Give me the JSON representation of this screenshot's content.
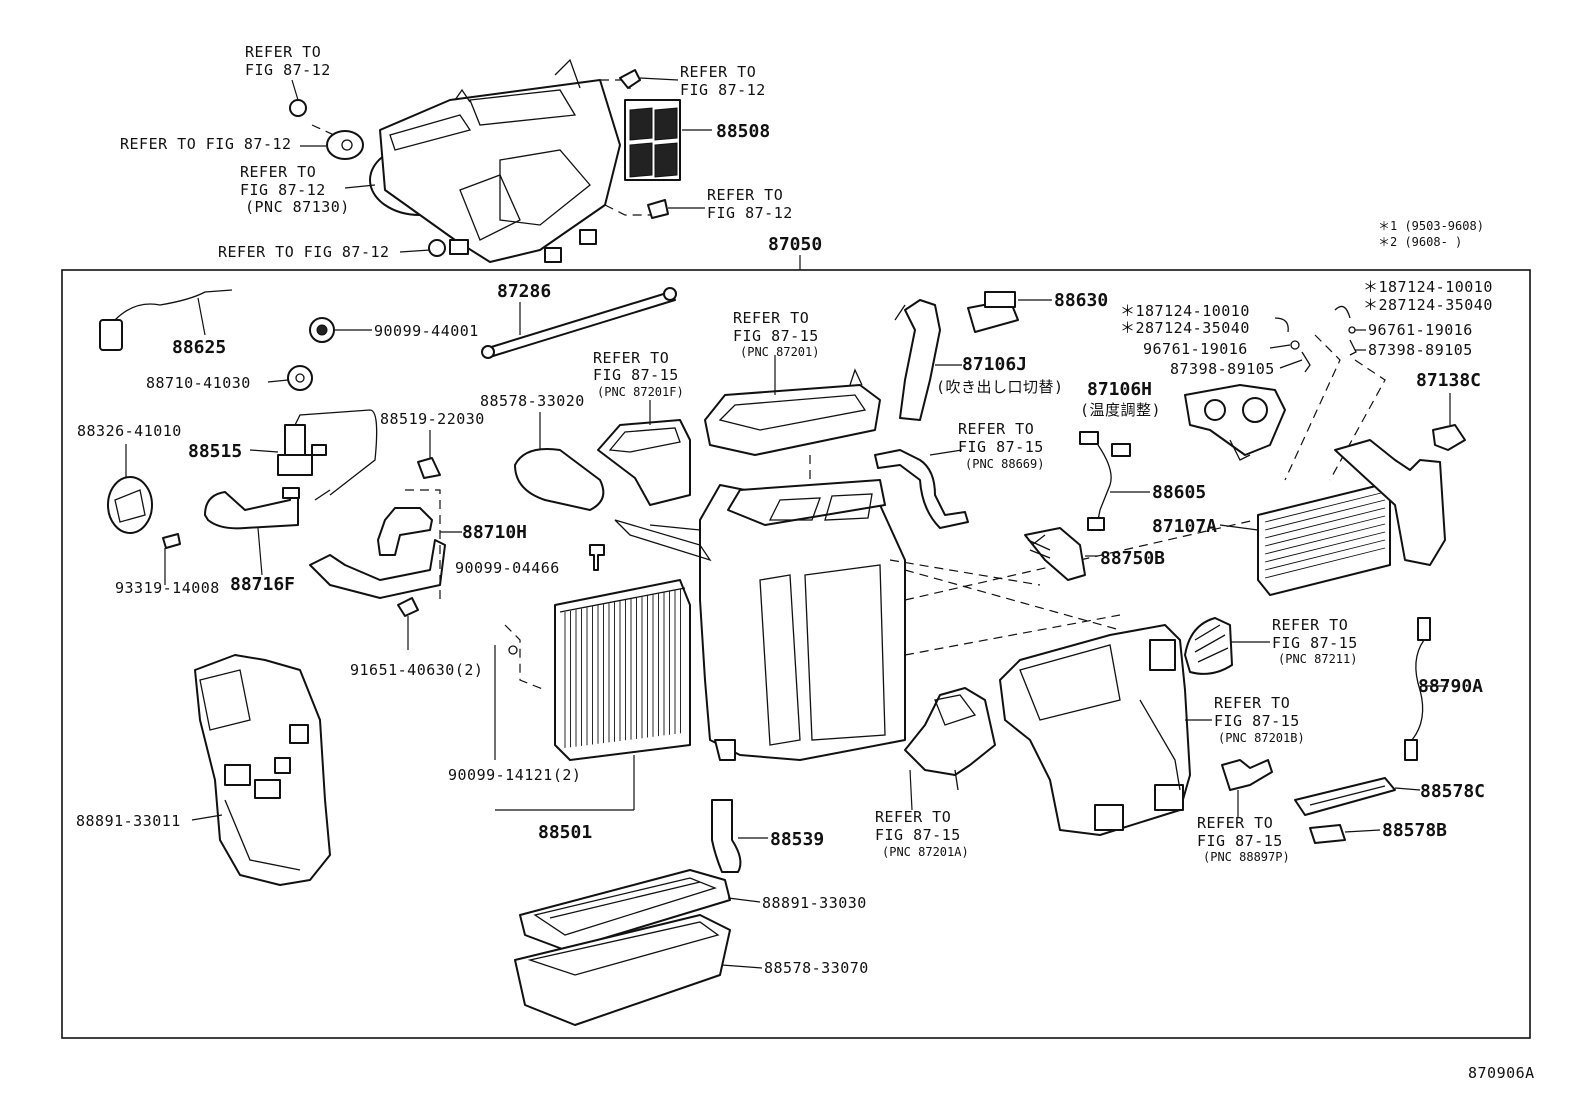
{
  "labels": {
    "ref_top_1a": "REFER TO",
    "ref_top_1b": "FIG 87-12",
    "ref_top_2": "REFER TO FIG 87-12",
    "ref_top_3a": "REFER TO",
    "ref_top_3b": "FIG 87-12",
    "ref_top_3c": "(PNC 87130)",
    "ref_top_4": "REFER TO FIG 87-12",
    "ref_top_5a": "REFER TO",
    "ref_top_5b": "FIG 87-12",
    "ref_top_6a": "REFER TO",
    "ref_top_6b": "FIG 87-12",
    "p88508": "88508",
    "p87050": "87050",
    "note1": "＊1 (9503-9608)",
    "note2": "＊2 (9608-      )",
    "p87286": "87286",
    "p88625": "88625",
    "p90099_44001": "90099-44001",
    "p88710_41030": "88710-41030",
    "p88326_41010": "88326-41010",
    "p88515": "88515",
    "p88519_22030": "88519-22030",
    "p88578_33020": "88578-33020",
    "ref_mid_1a": "REFER TO",
    "ref_mid_1b": "FIG 87-15",
    "ref_mid_1c": "(PNC 87201F)",
    "ref_mid_2a": "REFER TO",
    "ref_mid_2b": "FIG 87-15",
    "ref_mid_2c": "(PNC 87201)",
    "p88630": "88630",
    "p87124_10010_a": "＊187124-10010",
    "p87124_35040_a": "＊287124-35040",
    "p96761_19016_a": "96761-19016",
    "p87398_89105_a": "87398-89105",
    "p87124_10010_b": "＊187124-10010",
    "p87124_35040_b": "＊287124-35040",
    "p96761_19016_b": "96761-19016",
    "p87398_89105_b": "87398-89105",
    "p87106J": "87106J",
    "p87106J_jp": "(吹き出し口切替)",
    "p87106H": "87106H",
    "p87106H_jp": "(温度調整)",
    "p87138C": "87138C",
    "ref_mid_3a": "REFER TO",
    "ref_mid_3b": "FIG 87-15",
    "ref_mid_3c": "(PNC 88669)",
    "p88605": "88605",
    "p87107A": "87107A",
    "p88750B": "88750B",
    "p88710H": "88710H",
    "p90099_04466": "90099-04466",
    "p88716F": "88716F",
    "p93319_14008": "93319-14008",
    "p91651_40630": "91651-40630(2)",
    "ref_r_1a": "REFER TO",
    "ref_r_1b": "FIG 87-15",
    "ref_r_1c": "(PNC 87211)",
    "p88790A": "88790A",
    "ref_r_2a": "REFER TO",
    "ref_r_2b": "FIG 87-15",
    "ref_r_2c": "(PNC 87201B)",
    "p88578C": "88578C",
    "p88578B": "88578B",
    "ref_r_3a": "REFER TO",
    "ref_r_3b": "FIG 87-15",
    "ref_r_3c": "(PNC 88897P)",
    "ref_b_1a": "REFER TO",
    "ref_b_1b": "FIG 87-15",
    "ref_b_1c": "(PNC 87201A)",
    "p88891_33011": "88891-33011",
    "p90099_14121": "90099-14121(2)",
    "p88501": "88501",
    "p88539": "88539",
    "p88891_33030": "88891-33030",
    "p88578_33070": "88578-33070",
    "figure_id": "870906A"
  }
}
